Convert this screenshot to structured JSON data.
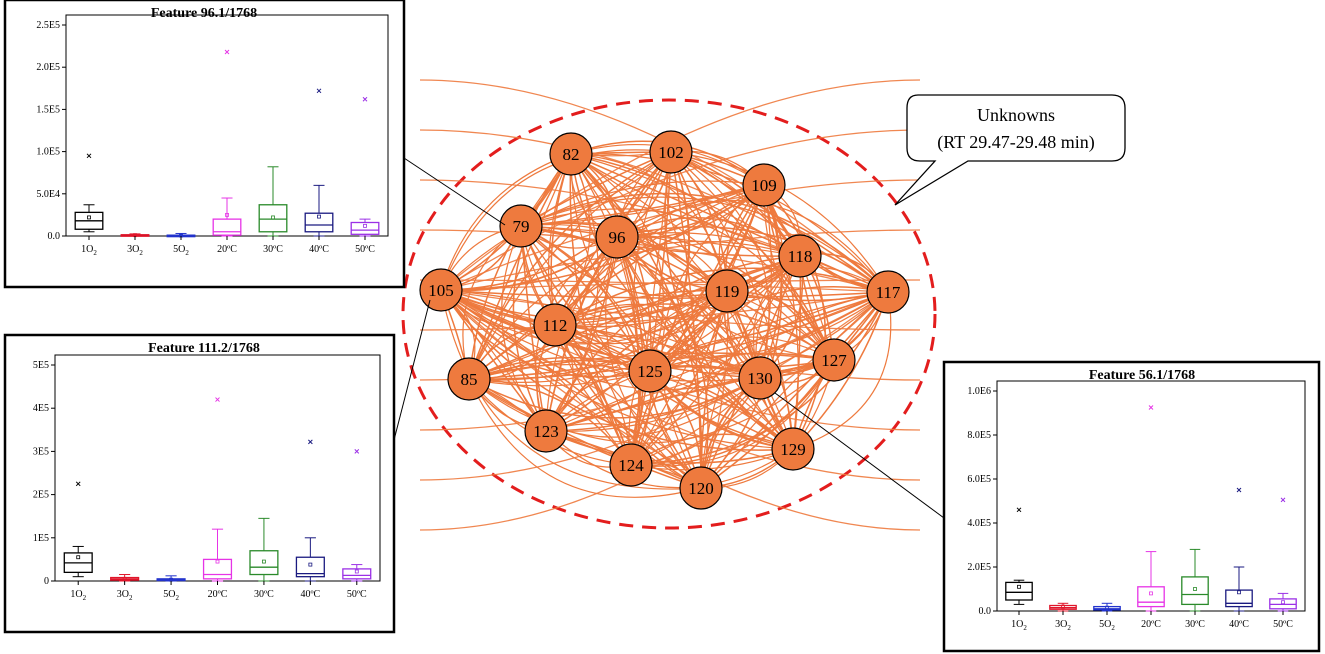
{
  "callout": {
    "line1": "Unknowns",
    "line2": "(RT 29.47-29.48 min)"
  },
  "colors": {
    "node_fill": "#ee7a3e",
    "edge": "#ee7a3e",
    "dashed_ellipse": "#e31d1d"
  },
  "network": {
    "nodes": [
      "82",
      "102",
      "109",
      "79",
      "96",
      "118",
      "105",
      "119",
      "117",
      "112",
      "85",
      "125",
      "130",
      "127",
      "123",
      "129",
      "124",
      "120"
    ]
  },
  "chart_data": [
    {
      "type": "box",
      "title": "Feature 96.1/1768",
      "categories": [
        "1O2",
        "3O2",
        "5O2",
        "20ºC",
        "30ºC",
        "40ºC",
        "50ºC"
      ],
      "category_labels": [
        [
          "1O",
          "2"
        ],
        [
          "3O",
          "2"
        ],
        [
          "5O",
          "2"
        ],
        [
          "20ºC",
          ""
        ],
        [
          "30ºC",
          ""
        ],
        [
          "40ºC",
          ""
        ],
        [
          "50ºC",
          ""
        ]
      ],
      "colors": [
        "#000000",
        "#e0152a",
        "#2233cc",
        "#e634e6",
        "#2a8a2a",
        "#1a1a80",
        "#9b30e6"
      ],
      "ylim": [
        0,
        250000
      ],
      "yticks": [
        0,
        50000,
        100000,
        150000,
        200000,
        250000
      ],
      "ytick_labels": [
        "0.0",
        "5.0E4",
        "1.0E5",
        "1.5E5",
        "2.0E5",
        "2.5E5"
      ],
      "boxes": [
        {
          "min": 5000,
          "q1": 8000,
          "median": 18000,
          "q3": 28000,
          "max": 37000,
          "mean": 22000,
          "outlier": 95000
        },
        {
          "min": 0,
          "q1": 500,
          "median": 1000,
          "q3": 1500,
          "max": 2500,
          "mean": 1000,
          "outlier": null
        },
        {
          "min": 0,
          "q1": 100,
          "median": 500,
          "q3": 1000,
          "max": 3000,
          "mean": 500,
          "outlier": null
        },
        {
          "min": 0,
          "q1": 1000,
          "median": 5000,
          "q3": 20000,
          "max": 45000,
          "mean": 25000,
          "outlier": 218000
        },
        {
          "min": 0,
          "q1": 5000,
          "median": 20000,
          "q3": 37000,
          "max": 82000,
          "mean": 22000,
          "outlier": null
        },
        {
          "min": 0,
          "q1": 5000,
          "median": 13000,
          "q3": 27000,
          "max": 60000,
          "mean": 23000,
          "outlier": 172000
        },
        {
          "min": 0,
          "q1": 2000,
          "median": 7000,
          "q3": 16000,
          "max": 20000,
          "mean": 12000,
          "outlier": 162000
        }
      ]
    },
    {
      "type": "box",
      "title": "Feature 111.2/1768",
      "categories": [
        "1O2",
        "3O2",
        "5O2",
        "20ºC",
        "30ºC",
        "40ºC",
        "50ºC"
      ],
      "category_labels": [
        [
          "1O",
          "2"
        ],
        [
          "3O",
          "2"
        ],
        [
          "5O",
          "2"
        ],
        [
          "20ºC",
          ""
        ],
        [
          "30ºC",
          ""
        ],
        [
          "40ºC",
          ""
        ],
        [
          "50ºC",
          ""
        ]
      ],
      "colors": [
        "#000000",
        "#e0152a",
        "#2233cc",
        "#e634e6",
        "#2a8a2a",
        "#1a1a80",
        "#9b30e6"
      ],
      "ylim": [
        0,
        500000
      ],
      "yticks": [
        0,
        100000,
        200000,
        300000,
        400000,
        500000
      ],
      "ytick_labels": [
        "0",
        "1E5",
        "2E5",
        "3E5",
        "4E5",
        "5E5"
      ],
      "boxes": [
        {
          "min": 10000,
          "q1": 20000,
          "median": 42000,
          "q3": 65000,
          "max": 80000,
          "mean": 55000,
          "outlier": 225000
        },
        {
          "min": 0,
          "q1": 2000,
          "median": 5000,
          "q3": 8000,
          "max": 15000,
          "mean": 5000,
          "outlier": null
        },
        {
          "min": 0,
          "q1": 1000,
          "median": 2000,
          "q3": 5000,
          "max": 12000,
          "mean": 3000,
          "outlier": null
        },
        {
          "min": 0,
          "q1": 5000,
          "median": 15000,
          "q3": 50000,
          "max": 120000,
          "mean": 45000,
          "outlier": 420000
        },
        {
          "min": 0,
          "q1": 15000,
          "median": 32000,
          "q3": 70000,
          "max": 145000,
          "mean": 45000,
          "outlier": null
        },
        {
          "min": 0,
          "q1": 10000,
          "median": 17000,
          "q3": 55000,
          "max": 100000,
          "mean": 38000,
          "outlier": 322000
        },
        {
          "min": 0,
          "q1": 5000,
          "median": 13000,
          "q3": 28000,
          "max": 38000,
          "mean": 22000,
          "outlier": 300000
        }
      ]
    },
    {
      "type": "box",
      "title": "Feature 56.1/1768",
      "categories": [
        "1O2",
        "3O2",
        "5O2",
        "20ºC",
        "30ºC",
        "40ºC",
        "50ºC"
      ],
      "category_labels": [
        [
          "1O",
          "2"
        ],
        [
          "3O",
          "2"
        ],
        [
          "5O",
          "2"
        ],
        [
          "20ºC",
          ""
        ],
        [
          "30ºC",
          ""
        ],
        [
          "40ºC",
          ""
        ],
        [
          "50ºC",
          ""
        ]
      ],
      "colors": [
        "#000000",
        "#e0152a",
        "#2233cc",
        "#e634e6",
        "#2a8a2a",
        "#1a1a80",
        "#9b30e6"
      ],
      "ylim": [
        0,
        1000000
      ],
      "yticks": [
        0,
        200000,
        400000,
        600000,
        800000,
        1000000
      ],
      "ytick_labels": [
        "0.0",
        "2.0E5",
        "4.0E5",
        "6.0E5",
        "8.0E5",
        "1.0E6"
      ],
      "boxes": [
        {
          "min": 30000,
          "q1": 50000,
          "median": 85000,
          "q3": 130000,
          "max": 140000,
          "mean": 110000,
          "outlier": 460000
        },
        {
          "min": 0,
          "q1": 8000,
          "median": 15000,
          "q3": 25000,
          "max": 35000,
          "mean": 20000,
          "outlier": null
        },
        {
          "min": 0,
          "q1": 5000,
          "median": 10000,
          "q3": 20000,
          "max": 35000,
          "mean": 15000,
          "outlier": null
        },
        {
          "min": 0,
          "q1": 20000,
          "median": 40000,
          "q3": 110000,
          "max": 270000,
          "mean": 80000,
          "outlier": 925000
        },
        {
          "min": 0,
          "q1": 30000,
          "median": 75000,
          "q3": 155000,
          "max": 280000,
          "mean": 100000,
          "outlier": null
        },
        {
          "min": 0,
          "q1": 20000,
          "median": 35000,
          "q3": 95000,
          "max": 200000,
          "mean": 85000,
          "outlier": 550000
        },
        {
          "min": 0,
          "q1": 10000,
          "median": 30000,
          "q3": 55000,
          "max": 80000,
          "mean": 40000,
          "outlier": 505000
        }
      ]
    }
  ]
}
